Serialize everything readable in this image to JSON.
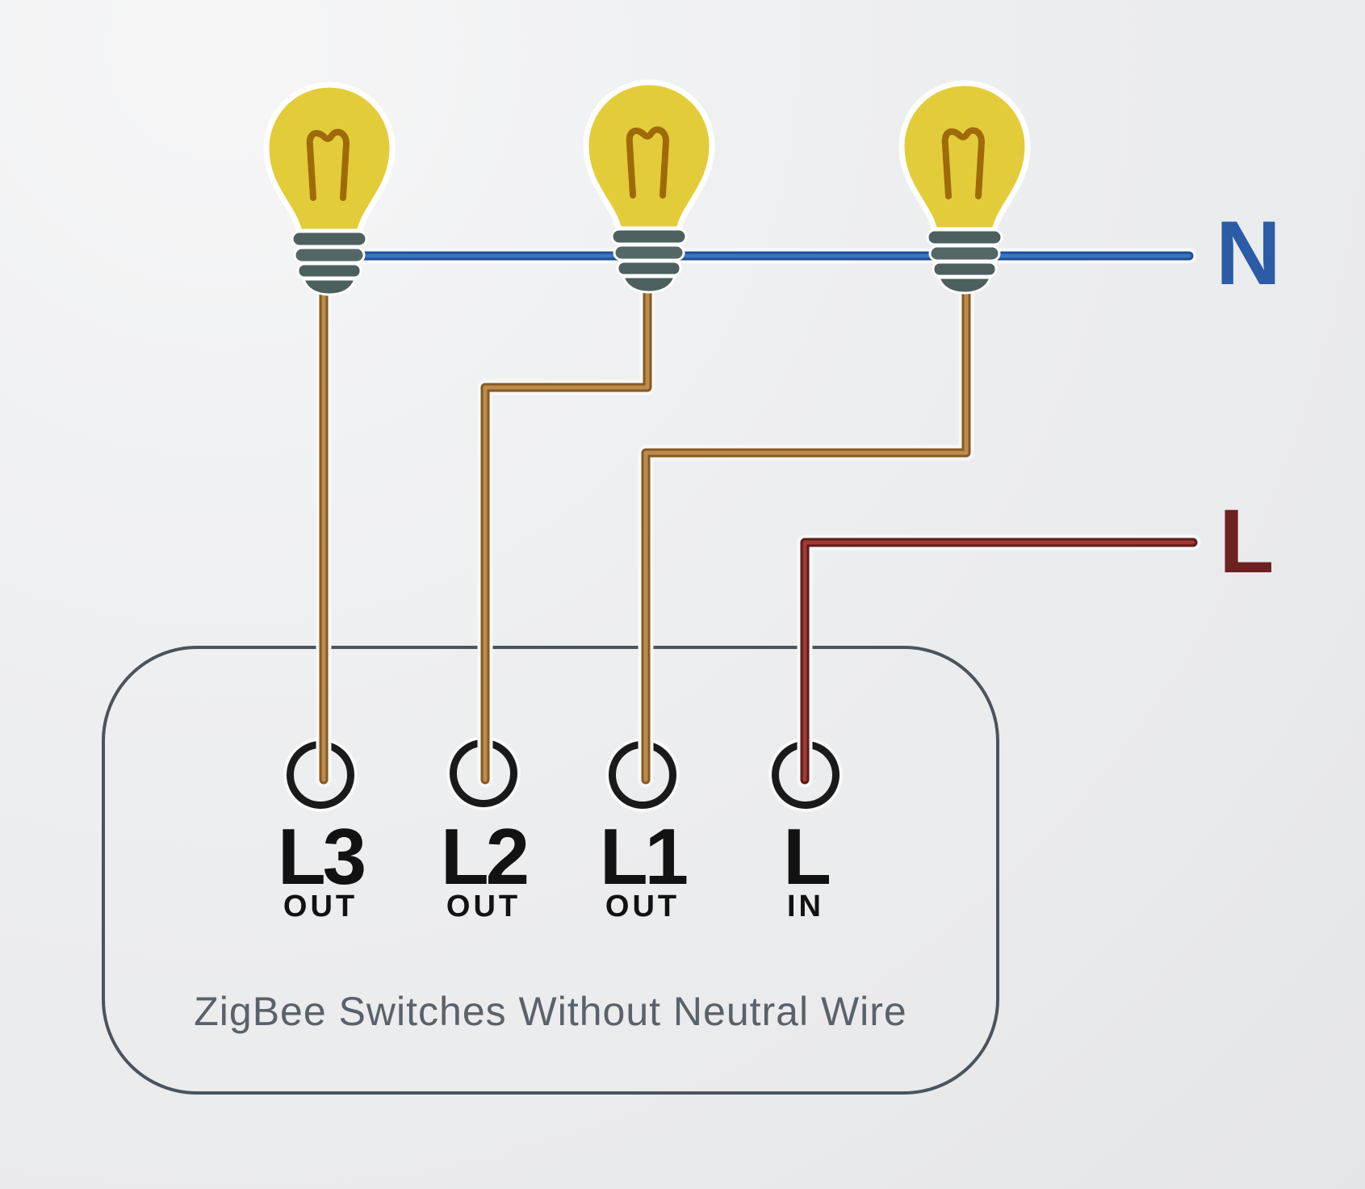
{
  "diagram": {
    "neutral_label": "N",
    "live_label": "L",
    "caption": "ZigBee Switches Without Neutral Wire",
    "terminals": [
      {
        "label": "L3",
        "sub": "OUT"
      },
      {
        "label": "L2",
        "sub": "OUT"
      },
      {
        "label": "L1",
        "sub": "OUT"
      },
      {
        "label": "L",
        "sub": "IN"
      }
    ],
    "colors": {
      "neutral_line": "#2b62ad",
      "live_line": "#6e2121",
      "lamp_wire": "#a9793a",
      "bulb_glass": "#e3cc3a",
      "bulb_filament": "#9f6a0a",
      "module_outline": "#4b545c"
    }
  }
}
